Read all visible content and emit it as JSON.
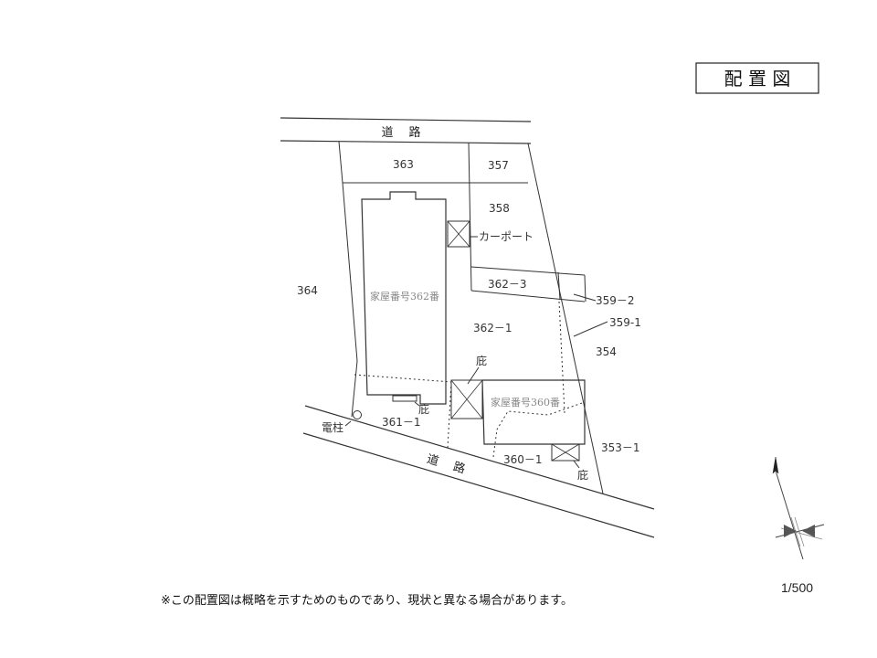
{
  "title": "配 置 図",
  "scale": "1/500",
  "note": "※この配置図は概略を示すためのものであり、現状と異なる場合があります。",
  "roads": {
    "north": "道　路",
    "south": "道　路"
  },
  "parcels": {
    "p363": "363",
    "p357": "357",
    "p358": "358",
    "p364": "364",
    "p362_3": "362－3",
    "p362_1": "362－1",
    "p359_2": "359－2",
    "p359_1": "359-1",
    "p354": "354",
    "p361_1": "361－1",
    "p360_1": "360－1",
    "p353_1": "353－1"
  },
  "houses": {
    "h362": "家屋番号362番",
    "h360": "家屋番号360番"
  },
  "labels": {
    "carport": "カーポート",
    "eave_top": "庇",
    "eave_mid": "庇",
    "eave_bottom": "庇",
    "pole": "電柱"
  },
  "compass_icon": "north-arrow-icon"
}
